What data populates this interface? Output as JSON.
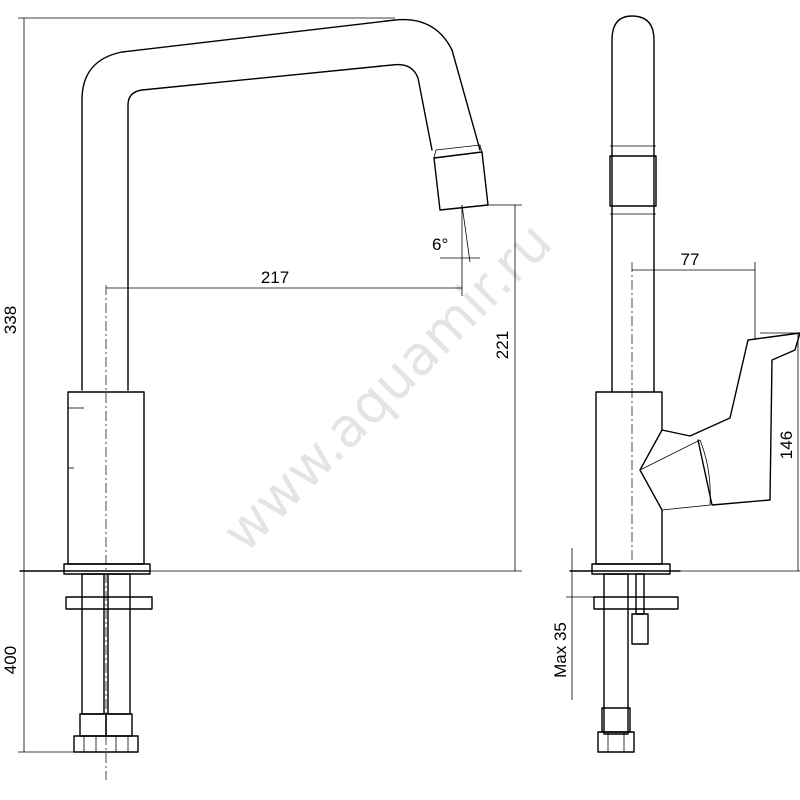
{
  "watermark": "www.aquamir.ru",
  "dimensions": {
    "overall_height": "338",
    "spout_reach": "217",
    "spout_height": "221",
    "spout_angle": "6°",
    "hose_length": "400",
    "handle_offset": "77",
    "handle_height": "146",
    "max_counter_thickness": "Max 35"
  }
}
